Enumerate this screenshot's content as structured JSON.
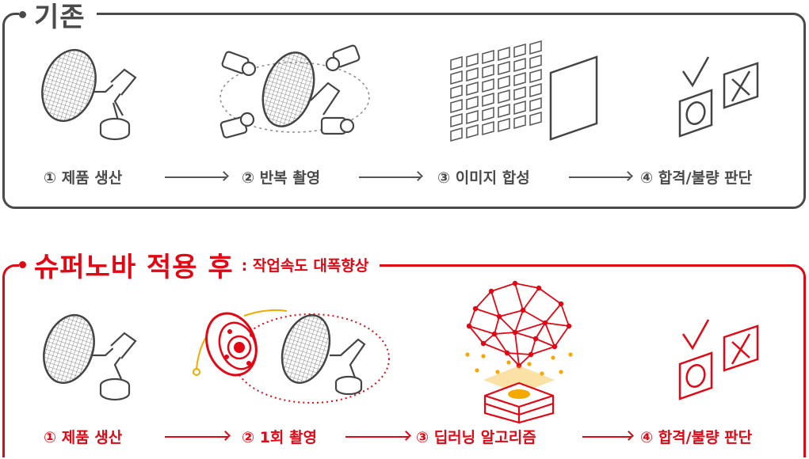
{
  "before": {
    "title": "기존",
    "steps": [
      "① 제품 생산",
      "② 반복 촬영",
      "③ 이미지 합성",
      "④ 합격/불량 판단"
    ]
  },
  "after": {
    "title": "슈퍼노바 적용 후",
    "subtitle": ": 작업속도 대폭향상",
    "steps": [
      "① 제품 생산",
      "② 1회 촬영",
      "③ 딥러닝 알고리즘",
      "④ 합격/불량 판단"
    ]
  },
  "colors": {
    "accent": "#e30613",
    "neutral": "#4a4a4a",
    "highlight": "#f5a800"
  },
  "icons": [
    "wafer-robot-arm-icon",
    "multi-camera-icon",
    "image-grid-icon",
    "pass-fail-icon",
    "ai-camera-icon",
    "neural-network-brain-icon"
  ]
}
